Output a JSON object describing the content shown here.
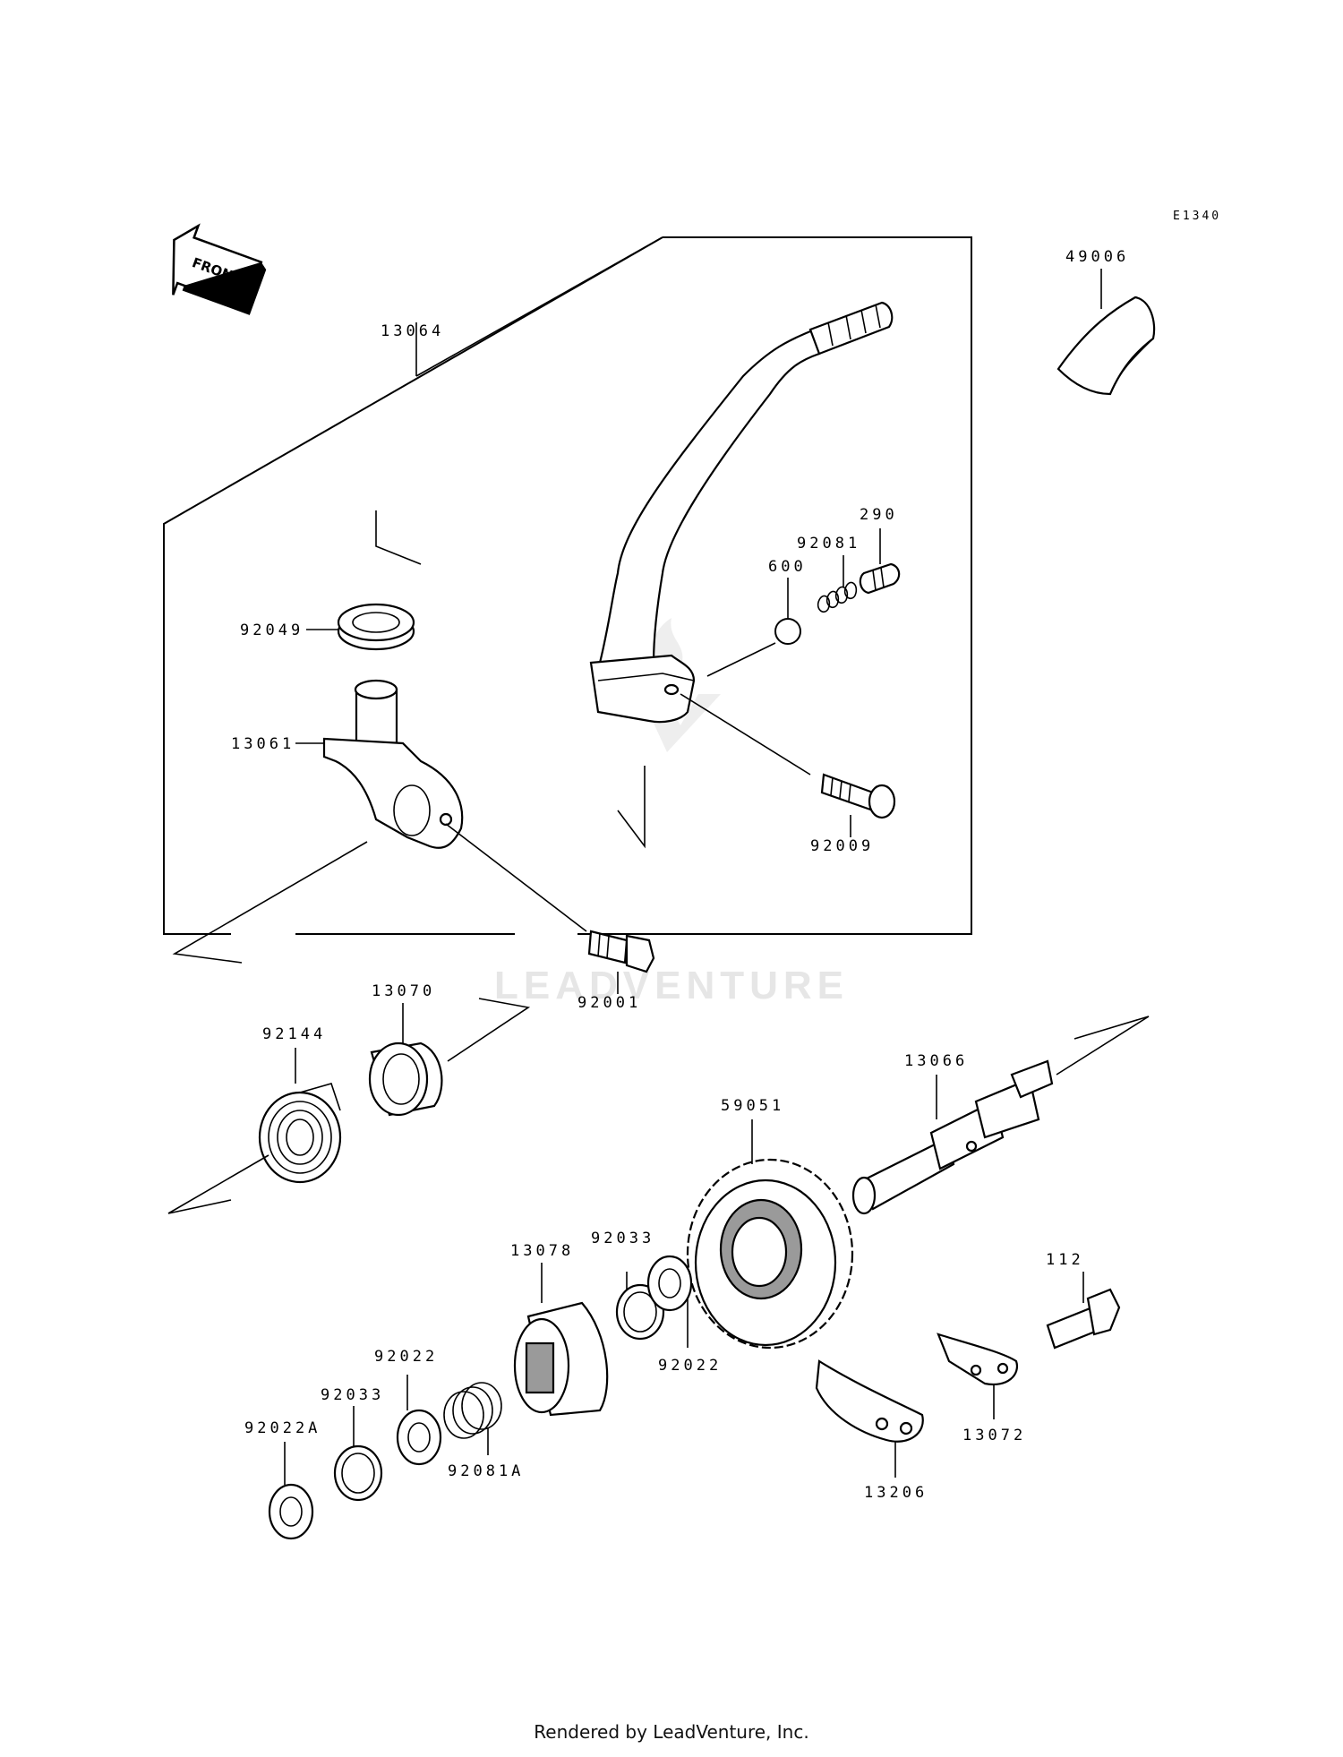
{
  "diagram_code": "E1340",
  "front_indicator": "FRONT",
  "watermark": "LEADVENTURE",
  "footer": "Rendered by LeadVenture, Inc.",
  "parts": {
    "p49006": "49006",
    "p13064": "13064",
    "p290": "290",
    "p92081": "92081",
    "p600": "600",
    "p92049": "92049",
    "p13061": "13061",
    "p92009": "92009",
    "p92001": "92001",
    "p13070": "13070",
    "p92144": "92144",
    "p13066": "13066",
    "p59051": "59051",
    "p13078": "13078",
    "p92033_upper": "92033",
    "p92022_right": "92022",
    "p112": "112",
    "p13072": "13072",
    "p13206": "13206",
    "p92022_left": "92022",
    "p92033_lower": "92033",
    "p92022A": "92022A",
    "p92081A": "92081A"
  }
}
